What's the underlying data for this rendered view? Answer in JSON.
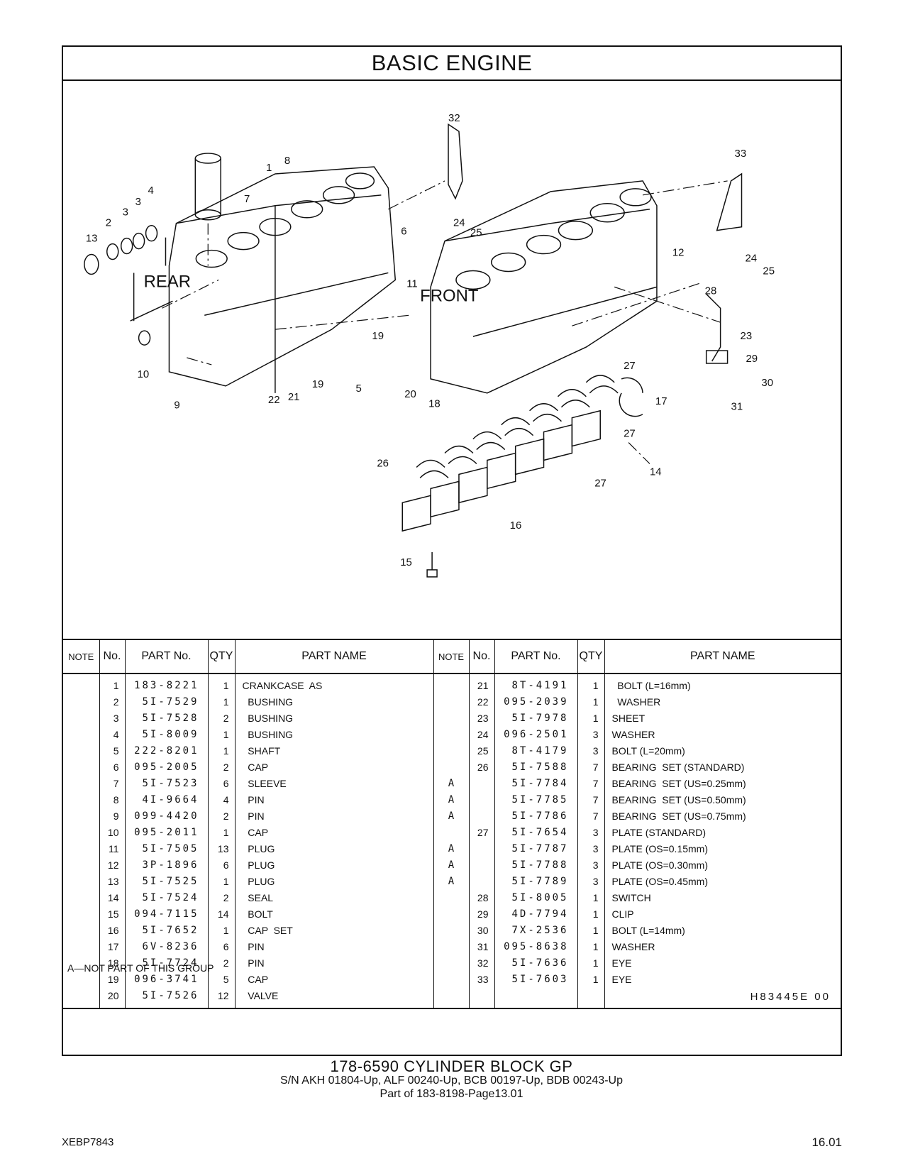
{
  "title": "BASIC ENGINE",
  "labels": {
    "rear": "REAR",
    "front": "FRONT",
    "callouts": [
      "1",
      "2",
      "3",
      "4",
      "5",
      "6",
      "7",
      "8",
      "9",
      "10",
      "11",
      "12",
      "13",
      "14",
      "15",
      "16",
      "17",
      "18",
      "19",
      "20",
      "21",
      "22",
      "23",
      "24",
      "25",
      "26",
      "27",
      "28",
      "29",
      "30",
      "31",
      "32",
      "33"
    ]
  },
  "table": {
    "headers": {
      "note": "NOTE",
      "no": "No.",
      "part_no": "PART No.",
      "qty": "QTY",
      "part_name": "PART NAME"
    },
    "left": [
      {
        "note": "",
        "no": "1",
        "part": "183-8221",
        "qty": "1",
        "name": "CRANKCASE  AS"
      },
      {
        "note": "",
        "no": "2",
        "part": "5I-7529",
        "qty": "1",
        "name": "  BUSHING"
      },
      {
        "note": "",
        "no": "3",
        "part": "5I-7528",
        "qty": "2",
        "name": "  BUSHING"
      },
      {
        "note": "",
        "no": "4",
        "part": "5I-8009",
        "qty": "1",
        "name": "  BUSHING"
      },
      {
        "note": "",
        "no": "5",
        "part": "222-8201",
        "qty": "1",
        "name": "  SHAFT"
      },
      {
        "note": "",
        "no": "6",
        "part": "095-2005",
        "qty": "2",
        "name": "  CAP"
      },
      {
        "note": "",
        "no": "7",
        "part": "5I-7523",
        "qty": "6",
        "name": "  SLEEVE"
      },
      {
        "note": "",
        "no": "8",
        "part": "4I-9664",
        "qty": "4",
        "name": "  PIN"
      },
      {
        "note": "",
        "no": "9",
        "part": "099-4420",
        "qty": "2",
        "name": "  PIN"
      },
      {
        "note": "",
        "no": "10",
        "part": "095-2011",
        "qty": "1",
        "name": "  CAP"
      },
      {
        "note": "",
        "no": "11",
        "part": "5I-7505",
        "qty": "13",
        "name": "  PLUG"
      },
      {
        "note": "",
        "no": "12",
        "part": "3P-1896",
        "qty": "6",
        "name": "  PLUG"
      },
      {
        "note": "",
        "no": "13",
        "part": "5I-7525",
        "qty": "1",
        "name": "  PLUG"
      },
      {
        "note": "",
        "no": "14",
        "part": "5I-7524",
        "qty": "2",
        "name": "  SEAL"
      },
      {
        "note": "",
        "no": "15",
        "part": "094-7115",
        "qty": "14",
        "name": "  BOLT"
      },
      {
        "note": "",
        "no": "16",
        "part": "5I-7652",
        "qty": "1",
        "name": "  CAP  SET"
      },
      {
        "note": "",
        "no": "17",
        "part": "6V-8236",
        "qty": "6",
        "name": "  PIN"
      },
      {
        "note": "",
        "no": "18",
        "part": "5I-7724",
        "qty": "2",
        "name": "  PIN"
      },
      {
        "note": "",
        "no": "19",
        "part": "096-3741",
        "qty": "5",
        "name": "  CAP"
      },
      {
        "note": "",
        "no": "20",
        "part": "5I-7526",
        "qty": "12",
        "name": "  VALVE"
      }
    ],
    "right": [
      {
        "note": "",
        "no": "21",
        "part": "8T-4191",
        "qty": "1",
        "name": "  BOLT (L=16mm)"
      },
      {
        "note": "",
        "no": "22",
        "part": "095-2039",
        "qty": "1",
        "name": "  WASHER"
      },
      {
        "note": "",
        "no": "23",
        "part": "5I-7978",
        "qty": "1",
        "name": "SHEET"
      },
      {
        "note": "",
        "no": "24",
        "part": "096-2501",
        "qty": "3",
        "name": "WASHER"
      },
      {
        "note": "",
        "no": "25",
        "part": "8T-4179",
        "qty": "3",
        "name": "BOLT (L=20mm)"
      },
      {
        "note": "",
        "no": "26",
        "part": "5I-7588",
        "qty": "7",
        "name": "BEARING  SET (STANDARD)"
      },
      {
        "note": "A",
        "no": "",
        "part": "5I-7784",
        "qty": "7",
        "name": "BEARING  SET (US=0.25mm)"
      },
      {
        "note": "A",
        "no": "",
        "part": "5I-7785",
        "qty": "7",
        "name": "BEARING  SET (US=0.50mm)"
      },
      {
        "note": "A",
        "no": "",
        "part": "5I-7786",
        "qty": "7",
        "name": "BEARING  SET (US=0.75mm)"
      },
      {
        "note": "",
        "no": "27",
        "part": "5I-7654",
        "qty": "3",
        "name": "PLATE (STANDARD)"
      },
      {
        "note": "A",
        "no": "",
        "part": "5I-7787",
        "qty": "3",
        "name": "PLATE (OS=0.15mm)"
      },
      {
        "note": "A",
        "no": "",
        "part": "5I-7788",
        "qty": "3",
        "name": "PLATE (OS=0.30mm)"
      },
      {
        "note": "A",
        "no": "",
        "part": "5I-7789",
        "qty": "3",
        "name": "PLATE (OS=0.45mm)"
      },
      {
        "note": "",
        "no": "28",
        "part": "5I-8005",
        "qty": "1",
        "name": "SWITCH"
      },
      {
        "note": "",
        "no": "29",
        "part": "4D-7794",
        "qty": "1",
        "name": "CLIP"
      },
      {
        "note": "",
        "no": "30",
        "part": "7X-2536",
        "qty": "1",
        "name": "BOLT (L=14mm)"
      },
      {
        "note": "",
        "no": "31",
        "part": "095-8638",
        "qty": "1",
        "name": "WASHER"
      },
      {
        "note": "",
        "no": "32",
        "part": "5I-7636",
        "qty": "1",
        "name": "EYE"
      },
      {
        "note": "",
        "no": "33",
        "part": "5I-7603",
        "qty": "1",
        "name": "EYE"
      },
      {
        "note": "",
        "no": "",
        "part": "",
        "qty": "",
        "name": ""
      }
    ]
  },
  "footnote": "A—NOT  PART  OF  THIS  GROUP",
  "drawing_code": "H83445E   00",
  "caption": {
    "line1": "178-6590   CYLINDER  BLOCK  GP",
    "line2": "S/N AKH 01804-Up, ALF 00240-Up, BCB 00197-Up, BDB 00243-Up",
    "line3": "Part of 183-8198-Page13.01"
  },
  "doc_id": "XEBP7843",
  "page_number": "16.01"
}
